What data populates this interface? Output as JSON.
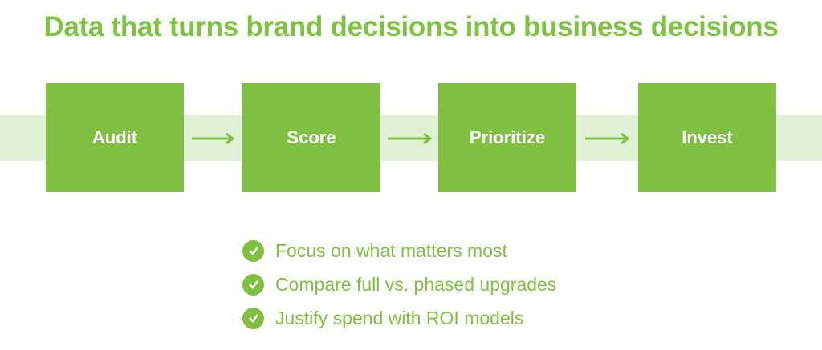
{
  "title": "Data that turns brand decisions into business decisions",
  "steps": [
    "Audit",
    "Score",
    "Prioritize",
    "Invest"
  ],
  "benefits": [
    "Focus on what matters most",
    "Compare full vs. phased upgrades",
    "Justify spend with ROI models"
  ],
  "colors": {
    "accent": "#80c040",
    "band": "#e1efd5"
  }
}
